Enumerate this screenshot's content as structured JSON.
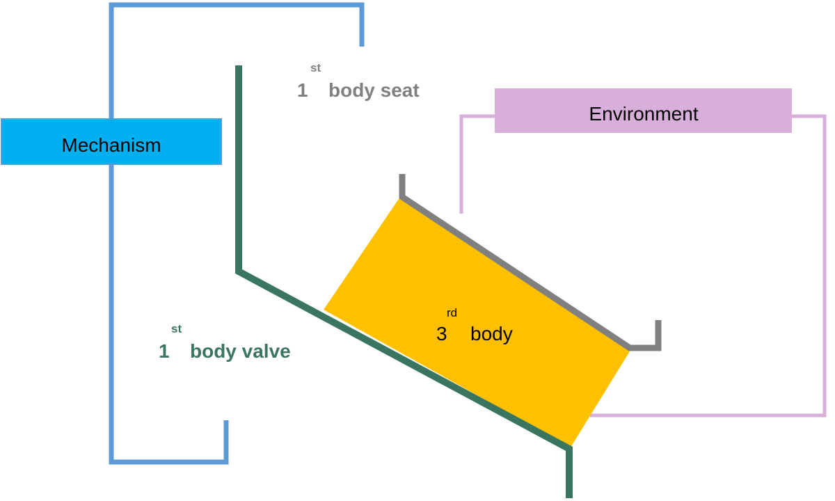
{
  "colors": {
    "mechanism": "#5b9bd5",
    "mechanism_box": "#00b0f0",
    "environment": "#d8aedb",
    "valve": "#3a7560",
    "seat": "#808080",
    "third_body": "#ffc000",
    "text_dark": "#000000"
  },
  "labels": {
    "mechanism": "Mechanism",
    "environment": "Environment",
    "seat": {
      "number": "1",
      "superscript": "st",
      "text": "body seat"
    },
    "valve": {
      "number": "1",
      "superscript": "st",
      "text": "body valve"
    },
    "third_body": {
      "number": "3",
      "superscript": "rd",
      "text": "body"
    }
  }
}
